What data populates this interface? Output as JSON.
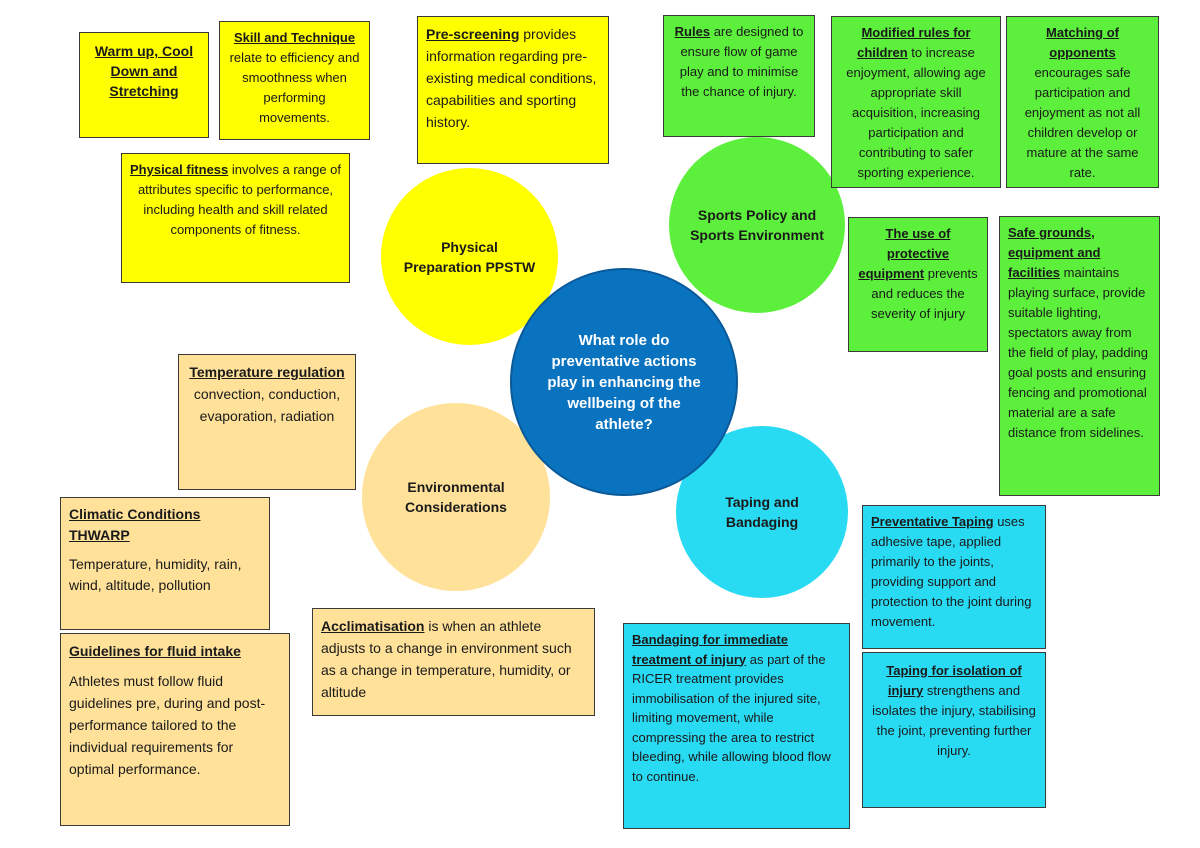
{
  "center": {
    "question": "What role do preventative actions play in enhancing the wellbeing of the athlete?"
  },
  "physical_preparation": {
    "label": "Physical Preparation PPSTW",
    "warm_up": {
      "title": "Warm up, Cool Down and Stretching"
    },
    "skill": {
      "title": "Skill and Technique",
      "text": " relate to efficiency and smoothness when performing movements."
    },
    "pre_screening": {
      "title": "Pre-screening",
      "text": " provides information regarding pre-existing medical conditions, capabilities and sporting history."
    },
    "fitness": {
      "title": "Physical fitness",
      "text": " involves a range of attributes specific to performance, including health and skill related components of fitness."
    }
  },
  "sports_policy": {
    "label": "Sports Policy and Sports Environment",
    "rules": {
      "title": "Rules",
      "text": " are designed to ensure flow of game play and to minimise the chance of injury."
    },
    "modified_rules": {
      "title": "Modified rules for children",
      "text": " to increase enjoyment, allowing age appropriate skill acquisition, increasing participation and contributing to safer sporting experience."
    },
    "matching": {
      "title": "Matching of opponents",
      "text": " encourages safe participation and enjoyment as not all children develop or mature at the same rate."
    },
    "protective": {
      "title": "The use of protective equipment",
      "text": " prevents and reduces the severity of injury"
    },
    "grounds": {
      "title": "Safe grounds, equipment and facilities",
      "text": " maintains playing surface, provide suitable lighting, spectators away from the field of play, padding goal posts and ensuring fencing and promotional material are a safe distance from sidelines."
    }
  },
  "environmental": {
    "label": "Environmental Considerations",
    "temperature": {
      "title": "Temperature regulation",
      "text": " convection, conduction, evaporation, radiation"
    },
    "climatic": {
      "title": "Climatic Conditions THWARP",
      "text": "Temperature, humidity, rain, wind, altitude, pollution"
    },
    "fluid": {
      "title": "Guidelines for fluid intake",
      "text": "Athletes must follow fluid guidelines pre, during and post-performance tailored to the individual requirements for optimal performance."
    },
    "acclimatisation": {
      "title": "Acclimatisation",
      "text": " is when an athlete adjusts to a change in environment such as a change in temperature, humidity, or altitude"
    }
  },
  "taping": {
    "label": "Taping and Bandaging",
    "preventative": {
      "title": "Preventative Taping",
      "text": " uses adhesive tape, applied primarily to the joints, providing support and protection to the joint during movement."
    },
    "bandaging": {
      "title": "Bandaging for immediate treatment of injury",
      "text": " as part of the RICER treatment provides immobilisation of the injured site, limiting movement, while compressing the area to restrict bleeding, while allowing blood flow to continue."
    },
    "isolation": {
      "title": "Taping for isolation of injury",
      "text": " strengthens and isolates the injury, stabilising the joint, preventing further injury."
    }
  },
  "colors": {
    "physical": "#ffff00",
    "policy": "#5cf03c",
    "environment": "#ffe19a",
    "taping": "#29daf3",
    "center": "#0a73c0"
  }
}
